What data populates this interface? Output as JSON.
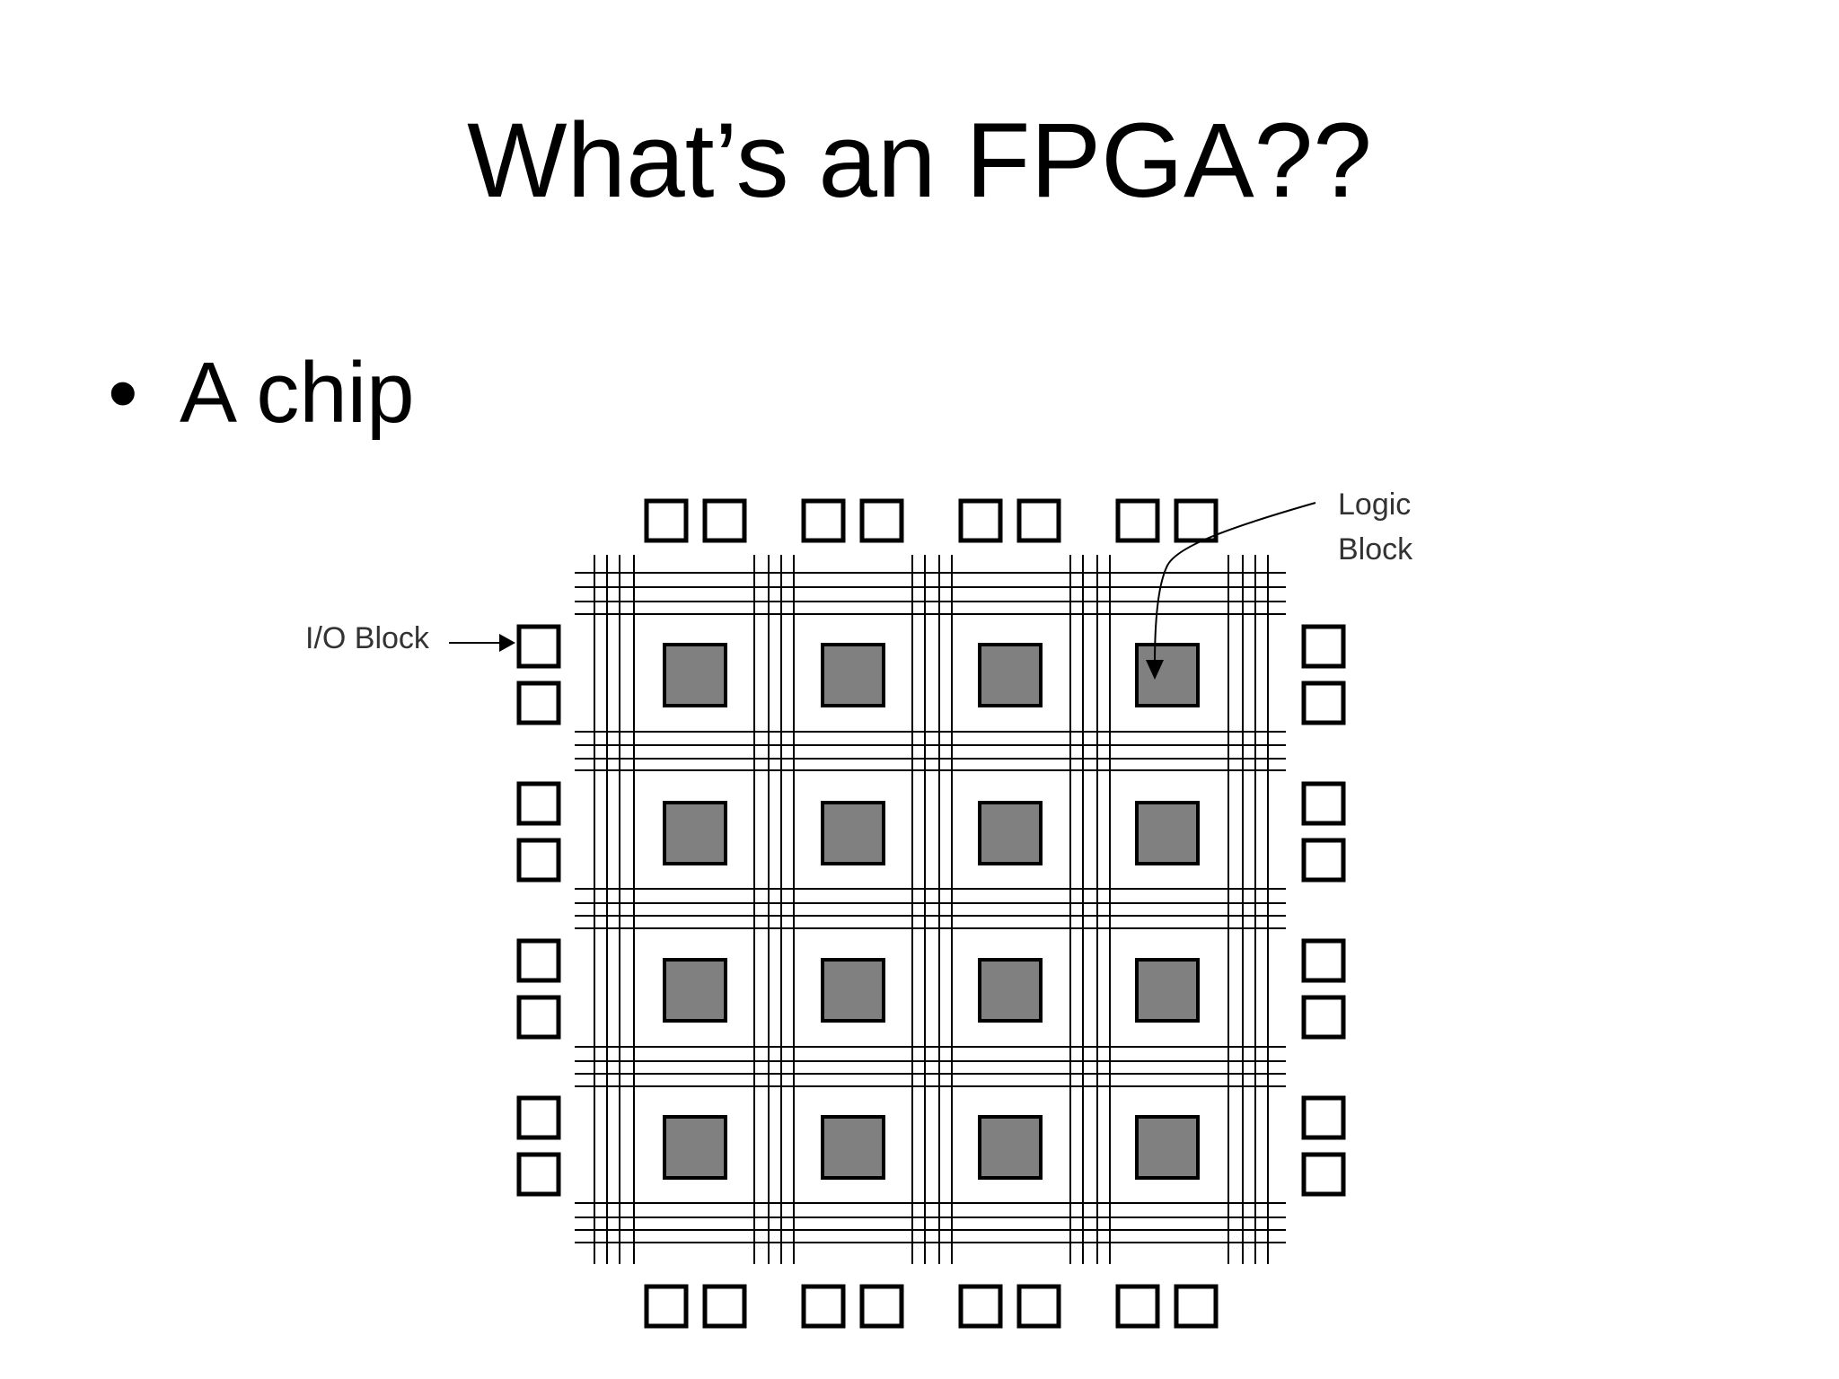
{
  "slide": {
    "title": "What’s an FPGA??",
    "bullet_symbol": "•",
    "bullet_text": "A chip"
  },
  "diagram": {
    "grid_rows": 4,
    "grid_cols": 4,
    "io_pairs_per_side": 4,
    "labels": {
      "logic_block_line1": "Logic",
      "logic_block_line2": "Block",
      "io_block": "I/O Block"
    },
    "colors": {
      "logic_block_fill": "#808080",
      "io_block_fill": "#ffffff",
      "wire": "#000000"
    }
  }
}
